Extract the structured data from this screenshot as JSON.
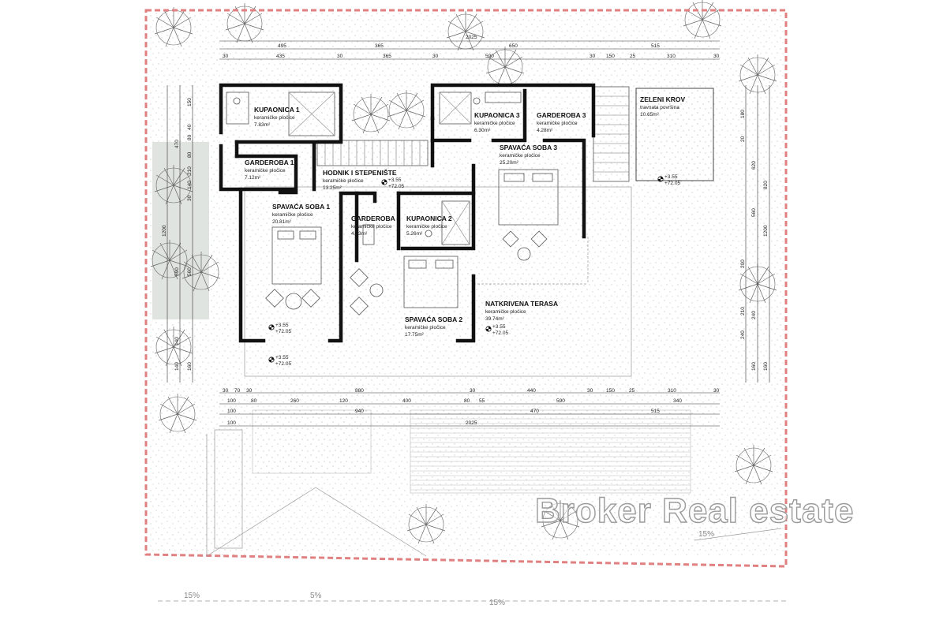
{
  "colors": {
    "wall": "#111111",
    "boundary": "#e08080",
    "vegetation": "#d7ded8",
    "text": "#222222"
  },
  "rooms": {
    "kupaonica1": {
      "name": "KUPAONICA 1",
      "finish": "keramičke pločice",
      "area": "7.83m²"
    },
    "garderoba1": {
      "name": "GARDEROBA 1",
      "finish": "keramičke pločice",
      "area": "7.12m²"
    },
    "hodnik": {
      "name": "HODNIK I STEPENIŠTE",
      "finish": "keramičke pločice",
      "area": "13.25m²"
    },
    "spavaca1": {
      "name": "SPAVAĆA SOBA 1",
      "finish": "keramičke pločice",
      "area": "20.81m²"
    },
    "garderoba2": {
      "name": "GARDEROBA 2",
      "finish": "keramičke pločice",
      "area": "4.73m²"
    },
    "kupaonica2": {
      "name": "KUPAONICA 2",
      "finish": "keramičke pločice",
      "area": "5.26m²"
    },
    "spavaca2": {
      "name": "SPAVAĆA SOBA 2",
      "finish": "keramičke pločice",
      "area": "17.75m²"
    },
    "kupaonica3": {
      "name": "KUPAONICA 3",
      "finish": "keramičke pločice",
      "area": "6.30m²"
    },
    "garderoba3": {
      "name": "GARDEROBA 3",
      "finish": "keramičke pločice",
      "area": "4.28m²"
    },
    "spavaca3": {
      "name": "SPAVAĆA SOBA 3",
      "finish": "keramičke pločice",
      "area": "25.20m²"
    },
    "terasa": {
      "name": "NATKRIVENA TERASA",
      "finish": "keramičke pločice",
      "area": "39.74m²"
    },
    "zeleniKrov": {
      "name": "ZELENI KROV",
      "finish": "travnata površina",
      "area": "10.65m²"
    }
  },
  "elevation": {
    "relative": "+3.55",
    "absolute": "+72.05"
  },
  "dimensions": {
    "top_row1": [
      "2025"
    ],
    "top_row2": [
      "495",
      "365",
      "650",
      "515"
    ],
    "top_row3": [
      "30",
      "435",
      "30",
      "365",
      "30",
      "590",
      "30",
      "150",
      "25",
      "310",
      "30"
    ],
    "bottom_row1": [
      "30",
      "70",
      "30",
      "880",
      "30",
      "440",
      "30",
      "150",
      "25",
      "310",
      "30"
    ],
    "bottom_row2": [
      "100",
      "80",
      "260",
      "120",
      "400",
      "80",
      "55",
      "590",
      "340"
    ],
    "bottom_row3": [
      "100",
      "940",
      "470",
      "515"
    ],
    "bottom_row4": [
      "100",
      "2025"
    ],
    "left_total": "1200",
    "left_a": [
      "470",
      "590",
      "140",
      "140"
    ],
    "left_b": [
      "150",
      "80",
      "40",
      "80",
      "210",
      "140",
      "30",
      "560",
      "160"
    ],
    "right_total": "1200",
    "right_a": [
      "620",
      "560",
      "240"
    ],
    "right_b": [
      "180",
      "20",
      "200",
      "210",
      "240",
      "160"
    ],
    "right_c": [
      "820",
      "160"
    ]
  },
  "slopes": [
    "15%",
    "15%",
    "5%",
    "15%"
  ],
  "watermark": "Broker Real estate"
}
